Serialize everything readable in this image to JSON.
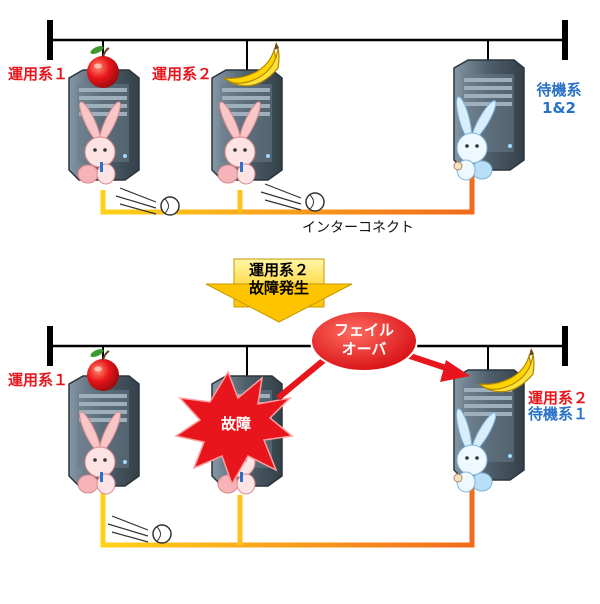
{
  "scene_before": {
    "labels": {
      "active1": "運用系１",
      "active2": "運用系２",
      "standby_line1": "待機系",
      "standby_line2": "1&2"
    },
    "interconnect_label": "インターコネクト"
  },
  "transition": {
    "line1": "運用系２",
    "line2": "故障発生"
  },
  "scene_after": {
    "labels": {
      "active1": "運用系１",
      "right_line1": "運用系２",
      "right_line2": "待機系１"
    },
    "failure_label": "故障",
    "failover_line1": "フェイル",
    "failover_line2": "オーバ"
  },
  "colors": {
    "network_line": "#000000",
    "interconnect_start": "#ffd21a",
    "interconnect_end": "#f26a1b",
    "accent_red": "#e8161c",
    "accent_blue": "#2a72c8",
    "server_body": "#5f7180",
    "arrow_fill": "#ffd81a"
  }
}
